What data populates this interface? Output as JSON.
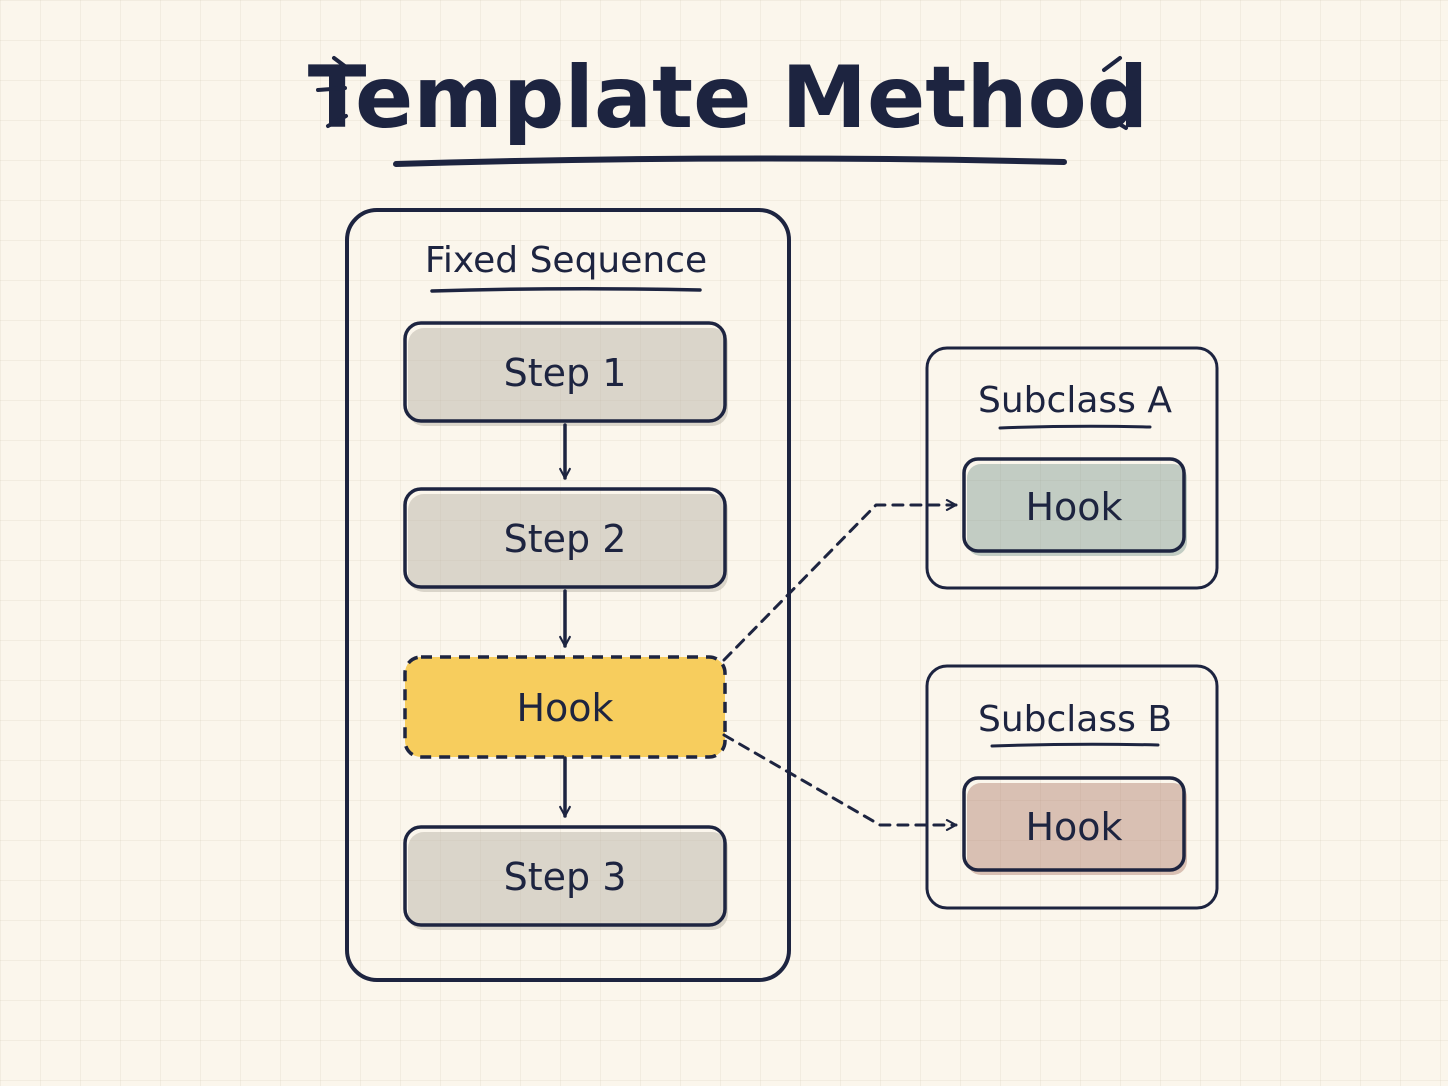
{
  "title": "Template Method",
  "fixed_sequence": {
    "label": "Fixed Sequence",
    "steps": [
      {
        "label": "Step 1",
        "kind": "step"
      },
      {
        "label": "Step 2",
        "kind": "step"
      },
      {
        "label": "Hook",
        "kind": "hook"
      },
      {
        "label": "Step 3",
        "kind": "step"
      }
    ]
  },
  "subclasses": [
    {
      "label": "Subclass A",
      "hook_label": "Hook",
      "hook_color": "#6fb2a7"
    },
    {
      "label": "Subclass B",
      "hook_label": "Hook",
      "hook_color": "#f2876c"
    }
  ],
  "colors": {
    "ink": "#1d2440",
    "step_fill": "#d7e6e6",
    "hook_fill": "#f7cd5d",
    "background": "#fbf6ec"
  }
}
